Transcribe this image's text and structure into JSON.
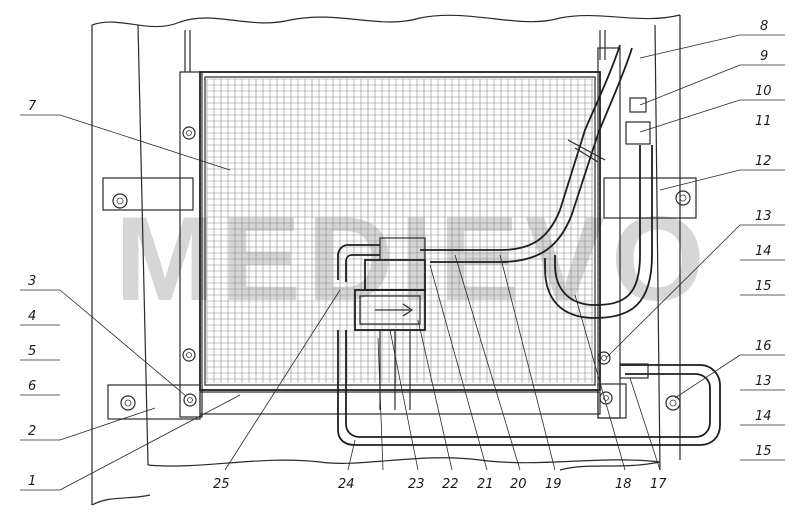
{
  "watermark": "MEDIEVO",
  "callouts": {
    "c1": "1",
    "c2": "2",
    "c3": "3",
    "c4": "4",
    "c5": "5",
    "c6": "6",
    "c7": "7",
    "c8": "8",
    "c9": "9",
    "c10": "10",
    "c11": "11",
    "c12": "12",
    "c13": "13",
    "c14": "14",
    "c15": "15",
    "c16": "16",
    "c13b": "13",
    "c14b": "14",
    "c15b": "15",
    "c17": "17",
    "c18": "18",
    "c19": "19",
    "c20": "20",
    "c21": "21",
    "c22": "22",
    "c23": "23",
    "c24": "24",
    "c25": "25"
  },
  "colors": {
    "line": "#2a2a2a",
    "mesh": "#8a8a8a",
    "watermark": "#d6d6d6"
  }
}
